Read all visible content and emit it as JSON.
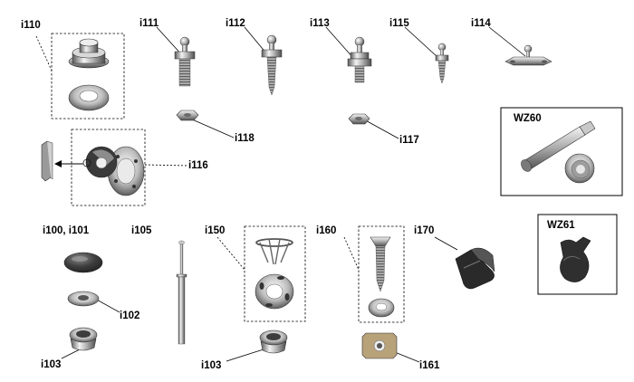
{
  "labels": {
    "i110": "i110",
    "i111": "i111",
    "i112": "i112",
    "i113": "i113",
    "i115": "i115",
    "i114": "i114",
    "i118": "i118",
    "i117": "i117",
    "i116": "i116",
    "wz60": "WZ60",
    "wz61": "WZ61",
    "i100": "i100, i101",
    "i105": "i105",
    "i150": "i150",
    "i160": "i160",
    "i170": "i170",
    "i102": "i102",
    "i103a": "i103",
    "i103b": "i103",
    "i161": "i161"
  },
  "colors": {
    "metal_light": "#e8e8e8",
    "metal_mid": "#a9a9a9",
    "metal_dark": "#4a4a4a",
    "cap_dark": "#3c3c3c",
    "clip_dark": "#2b2b2b",
    "leader": "#000000",
    "frame": "#000000"
  }
}
